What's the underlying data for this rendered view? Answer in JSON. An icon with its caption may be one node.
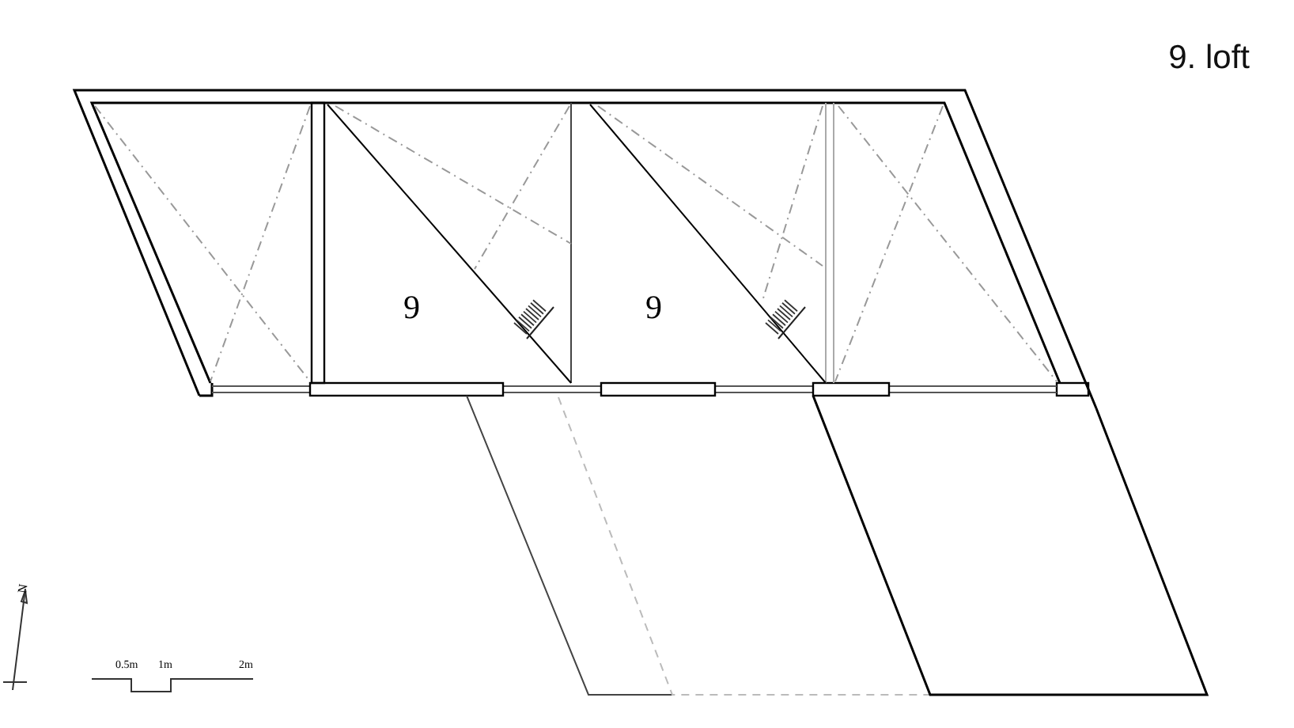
{
  "diagram": {
    "title": "9. loft",
    "nodes": [
      {
        "text": [
          "9"
        ]
      },
      {
        "text": [
          "9"
        ]
      }
    ],
    "edges": [],
    "labels": [
      "N",
      "0.5m",
      "1m",
      "2m"
    ]
  }
}
